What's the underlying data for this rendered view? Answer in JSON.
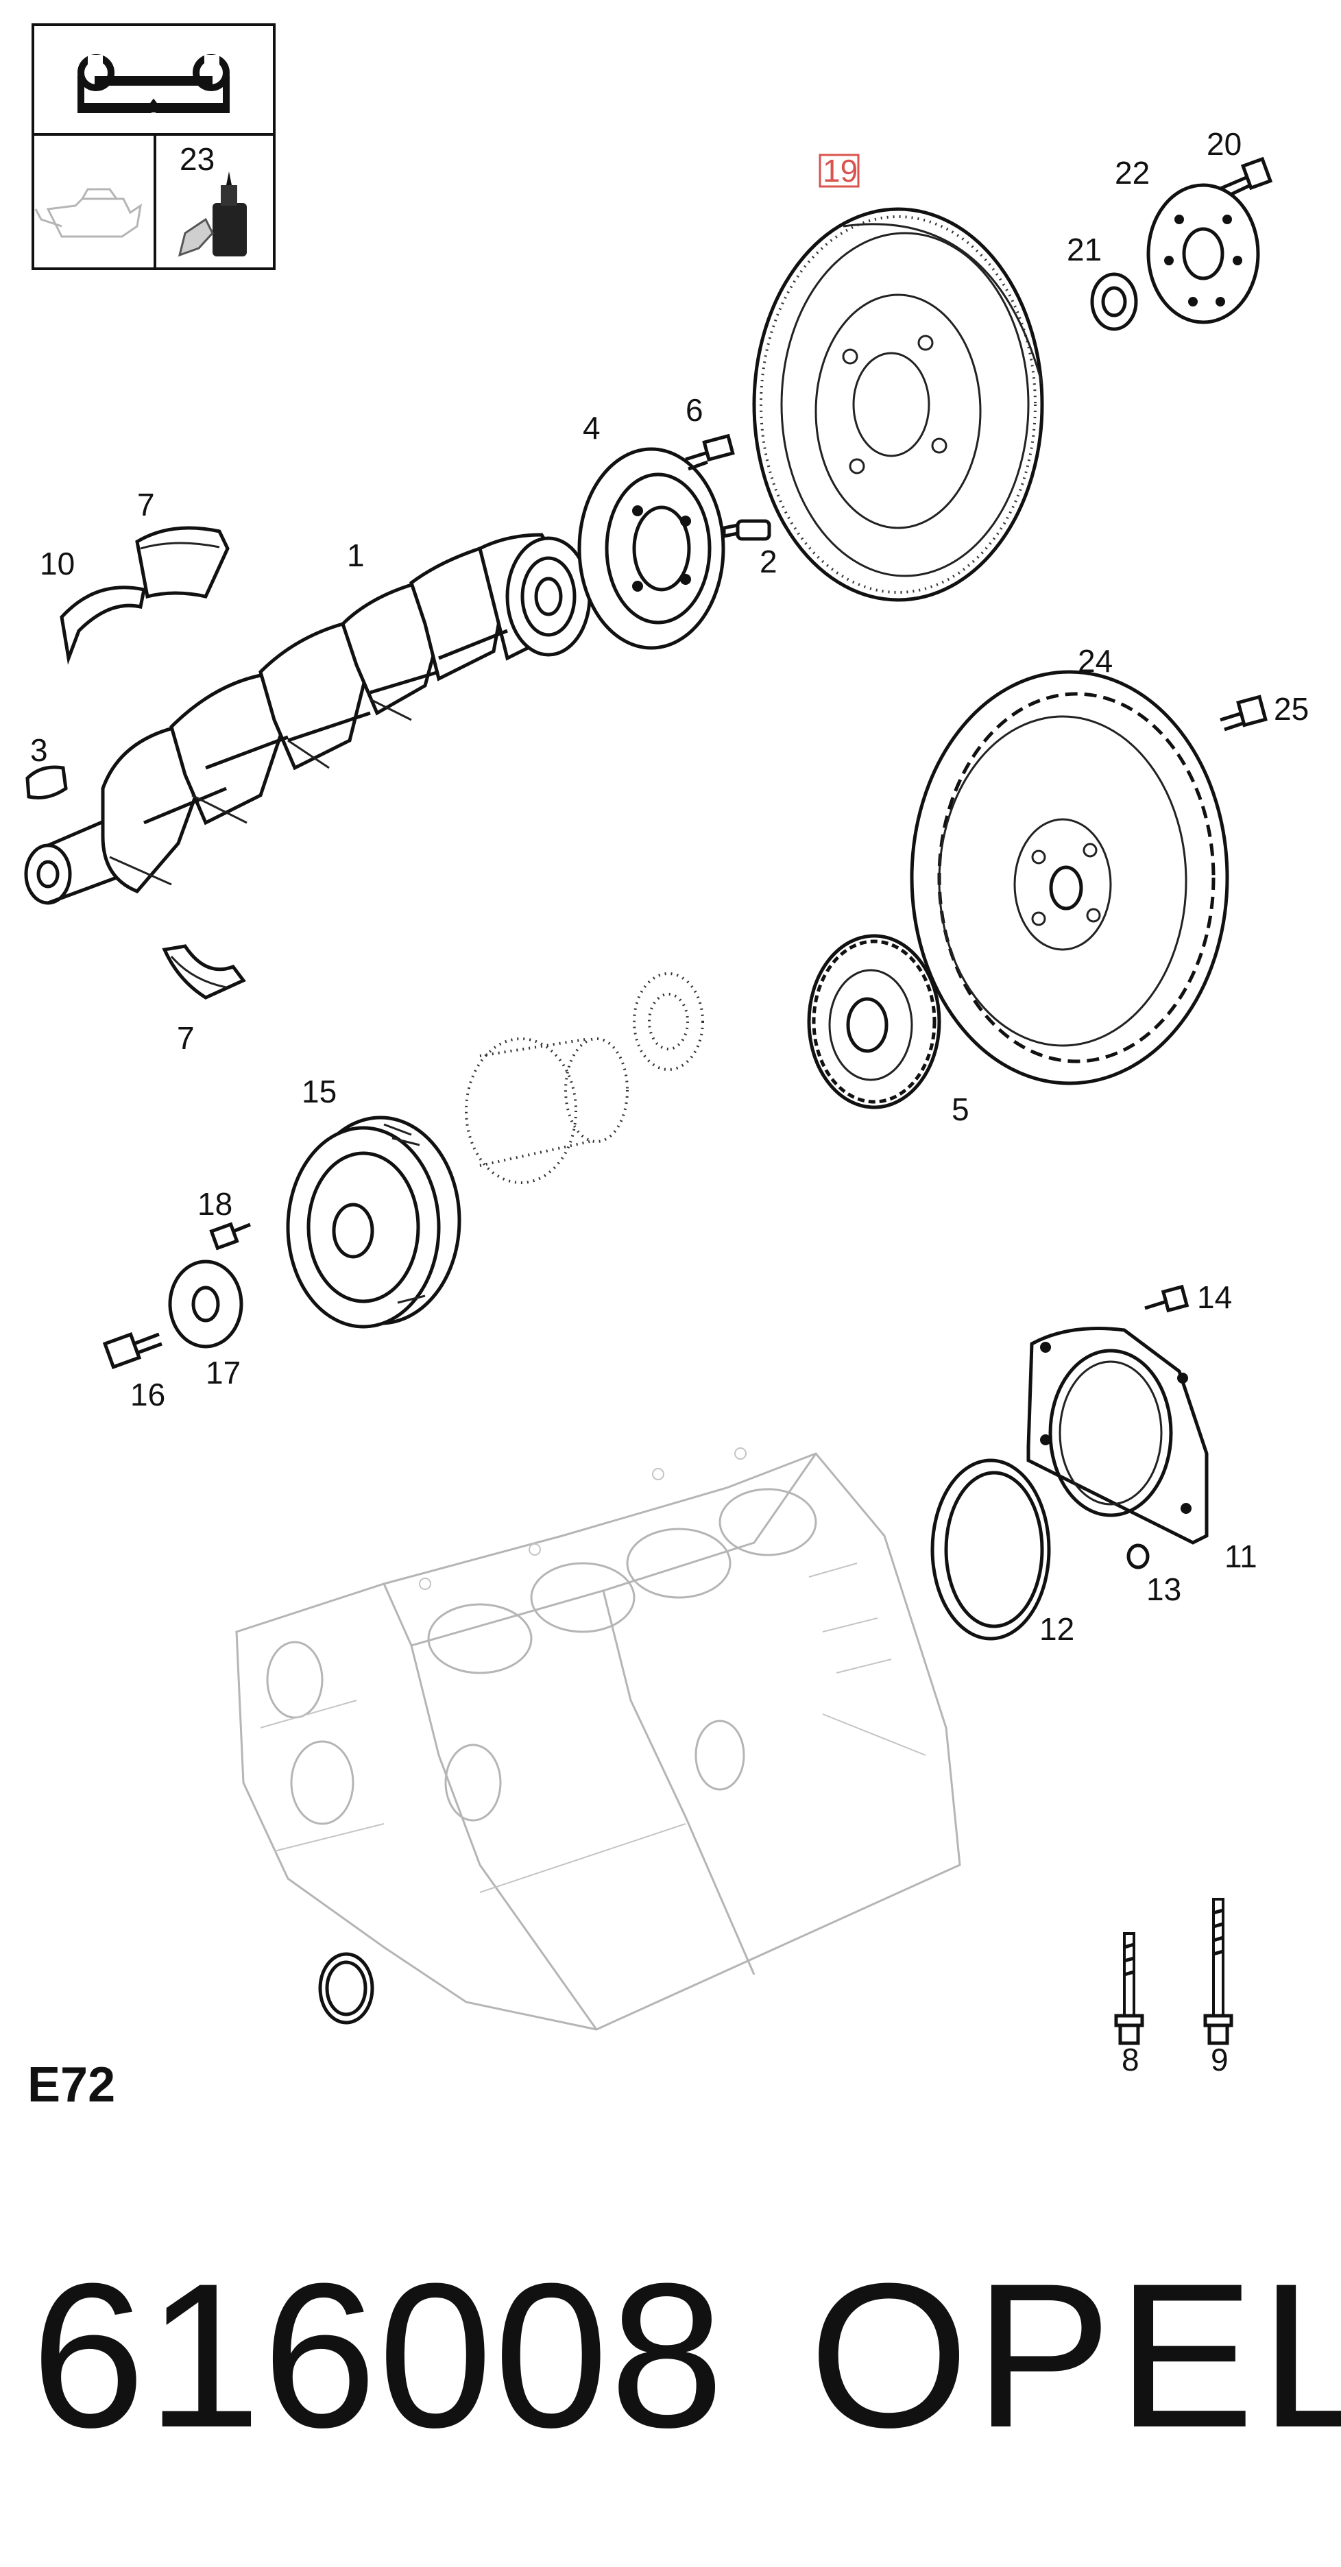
{
  "legend": {
    "tool_icon": "wrench-book-icon",
    "oil_icon": "oil-can-icon",
    "sealant_icon": "sealant-tube-icon",
    "sealant_ref": "23"
  },
  "highlight_color": "#d9534f",
  "callouts": {
    "c1": "1",
    "c2": "2",
    "c3": "3",
    "c4": "4",
    "c5": "5",
    "c6": "6",
    "c7a": "7",
    "c7b": "7",
    "c8": "8",
    "c9": "9",
    "c10": "10",
    "c11": "11",
    "c12": "12",
    "c13": "13",
    "c14": "14",
    "c15": "15",
    "c16": "16",
    "c17": "17",
    "c18": "18",
    "c19": "19",
    "c20": "20",
    "c21": "21",
    "c22": "22",
    "c24": "24",
    "c25": "25"
  },
  "highlighted_callout": "19",
  "section_code": "E72",
  "catalog_number": "616008",
  "brand": "OPEL"
}
